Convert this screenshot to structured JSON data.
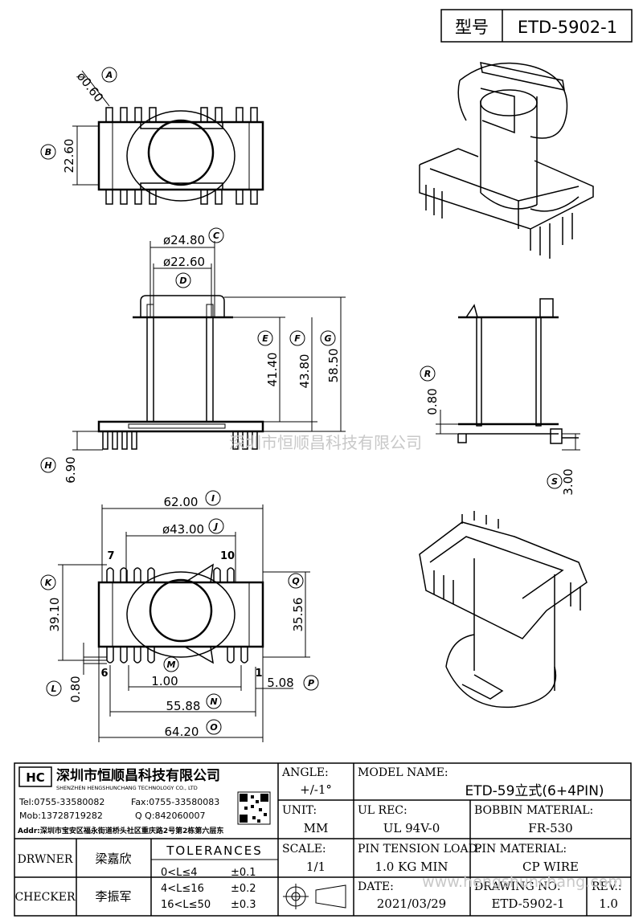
{
  "header": {
    "label_model": "型号",
    "model_code": "ETD-5902-1"
  },
  "markers": {
    "A": "A",
    "B": "B",
    "C": "C",
    "D": "D",
    "E": "E",
    "F": "F",
    "G": "G",
    "H": "H",
    "I": "I",
    "J": "J",
    "K": "K",
    "L": "L",
    "M": "M",
    "N": "N",
    "O": "O",
    "P": "P",
    "Q": "Q",
    "R": "R",
    "S": "S"
  },
  "dimensions": {
    "A": "ø0.60",
    "B": "22.60",
    "C": "ø24.80",
    "D": "ø22.60",
    "E": "41.40",
    "F": "43.80",
    "G": "58.50",
    "H": "6.90",
    "I": "62.00",
    "J": "ø43.00",
    "K": "39.10",
    "L": "0.80",
    "M": "1.00",
    "N": "55.88",
    "O": "64.20",
    "P": "5.08",
    "Q": "35.56",
    "R": "0.80",
    "S": "3.00"
  },
  "pin_labels": {
    "p7": "7",
    "p10": "10",
    "p6": "6",
    "p1": "1"
  },
  "watermark": {
    "center": "深圳市恒顺昌科技有限公司",
    "right": "www.hengshunchang.com"
  },
  "company": {
    "name_cn": "深圳市恒顺昌科技有限公司",
    "name_en": "SHENZHEN HENGSHUNCHANG TECHNOLOGY CO., LTD",
    "tel": "Tel:0755-33580082",
    "fax": "Fax:0755-33580083",
    "mob": "Mob:13728719282",
    "qq": "Q  Q:842060007",
    "addr": "Addr:深圳市宝安区福永街道桥头社区重庆路2号第2栋第六层东"
  },
  "title_block": {
    "drwner_label": "DRWNER",
    "drwner_value": "梁嘉欣",
    "checker_label": "CHECKER",
    "checker_value": "李振军",
    "tolerances_title": "TOLERANCES",
    "tol_rows": [
      {
        "range": "0<L≤4",
        "value": "±0.1"
      },
      {
        "range": "4<L≤16",
        "value": "±0.2"
      },
      {
        "range": "16<L≤50",
        "value": "±0.3"
      }
    ],
    "angle_label": "ANGLE:",
    "angle_value": "+/-1°",
    "unit_label": "UNIT:",
    "unit_value": "MM",
    "scale_label": "SCALE:",
    "scale_value": "1/1",
    "model_name_label": "MODEL NAME:",
    "model_name_value": "ETD-59立式(6+4PIN)",
    "ul_rec_label": "UL REC:",
    "ul_rec_value": "UL 94V-0",
    "bobbin_material_label": "BOBBIN MATERIAL:",
    "bobbin_material_value": "FR-530",
    "pin_tension_label": "PIN TENSION LOAD:",
    "pin_tension_value": "1.0 KG MIN",
    "pin_material_label": "PIN MATERIAL:",
    "pin_material_value": "CP WIRE",
    "date_label": "DATE:",
    "date_value": "2021/03/29",
    "drawing_no_label": "DRAWING NO:",
    "drawing_no_value": "ETD-5902-1",
    "rev_label": "REV.:",
    "rev_value": "1.0"
  }
}
